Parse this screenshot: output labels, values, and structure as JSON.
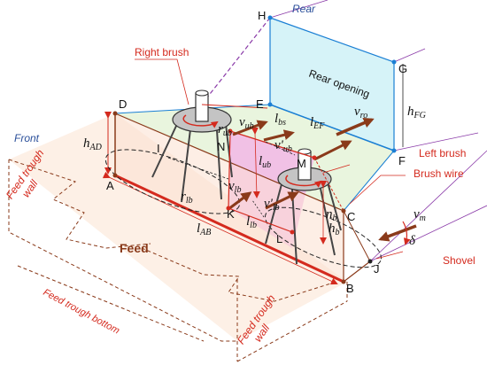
{
  "points": {
    "A": "A",
    "B": "B",
    "C": "C",
    "D": "D",
    "E": "E",
    "F": "F",
    "G": "G",
    "H": "H",
    "I": "I",
    "J": "J",
    "K": "K",
    "L": "L",
    "M": "M",
    "N": "N"
  },
  "labels": {
    "front": "Front",
    "rear": "Rear",
    "rear_opening": "Rear opening",
    "right_brush": "Right brush",
    "left_brush": "Left brush",
    "brush_wire": "Brush wire",
    "shovel": "Shovel",
    "feed": "Feed",
    "feed_trough_wall_left": [
      "Feed trough",
      "wall"
    ],
    "feed_trough_wall_right": [
      "Feed trough",
      "wall"
    ],
    "feed_trough_bottom": "Feed trough bottom"
  },
  "symbols": {
    "h_AD": "hAD",
    "r_ub": "rub",
    "v_ub": "vub",
    "v_ub_prime": "v'ub",
    "l_bs": "lbs",
    "l_EF": "lEF",
    "v_ro": "vro",
    "h_FG": "hFG",
    "l_ub": "lub",
    "r_lb": "rlb",
    "v_lb": "vlb",
    "v_lb_prime": "v'lb",
    "l_lb": "llb",
    "n_b": "nb",
    "v_m": "vm",
    "l_AB": "lAB",
    "delta": "δ"
  },
  "colors": {
    "red": "#d42a1e",
    "blue": "#2a4f9a",
    "brown": "#8a3a1a",
    "rear_fill": "#d6f3f8",
    "magenta_fill": "#f2b7e6",
    "green_fill": "#e4f2d6",
    "feed_fill": "#fbe6d6",
    "purple": "#8a3aa8"
  }
}
